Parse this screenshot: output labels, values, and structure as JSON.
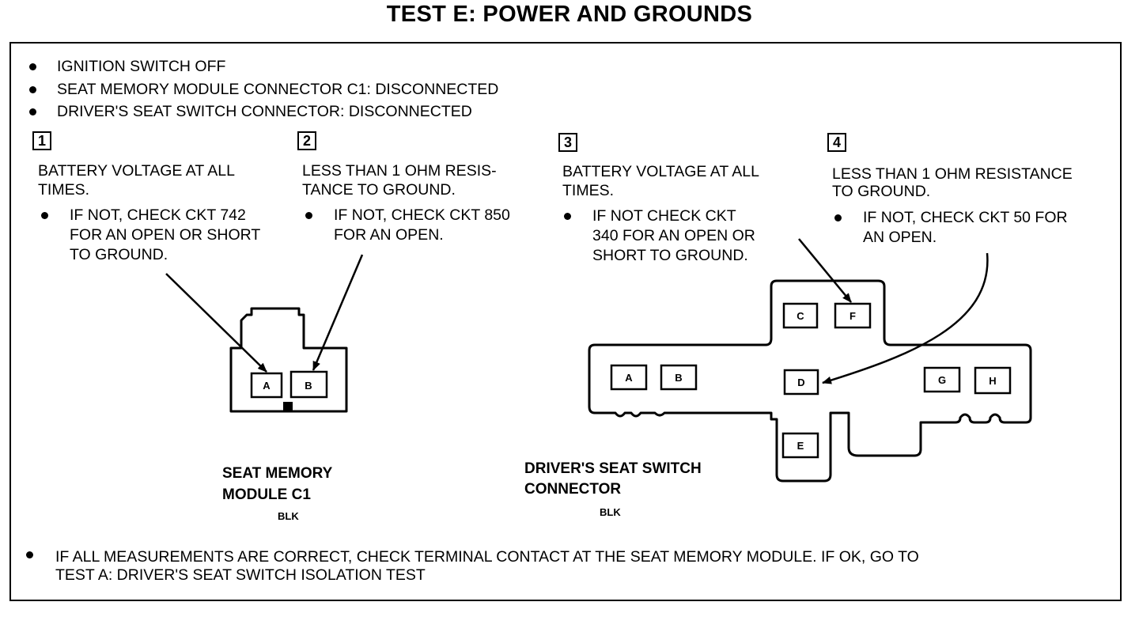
{
  "title": "TEST E:  POWER AND GROUNDS",
  "conditions": [
    "IGNITION SWITCH OFF",
    "SEAT MEMORY MODULE CONNECTOR C1: DISCONNECTED",
    "DRIVER'S SEAT SWITCH CONNECTOR: DISCONNECTED"
  ],
  "steps": [
    {
      "number": "1",
      "lines": [
        "BATTERY VOLTAGE AT ALL",
        "TIMES."
      ],
      "action": [
        "IF NOT, CHECK CKT 742",
        "FOR AN OPEN OR SHORT",
        "TO GROUND."
      ]
    },
    {
      "number": "2",
      "lines": [
        "LESS THAN 1 OHM RESIS-",
        "TANCE TO GROUND."
      ],
      "action": [
        "IF NOT, CHECK CKT 850",
        "FOR AN OPEN."
      ]
    },
    {
      "number": "3",
      "lines": [
        "BATTERY VOLTAGE AT ALL",
        "TIMES."
      ],
      "action": [
        "IF NOT CHECK CKT",
        "340 FOR AN OPEN OR",
        "SHORT TO GROUND."
      ]
    },
    {
      "number": "4",
      "lines": [
        "LESS THAN 1 OHM RESISTANCE",
        "TO GROUND."
      ],
      "action": [
        "IF NOT, CHECK CKT 50 FOR",
        "AN OPEN."
      ]
    }
  ],
  "connectors": {
    "seat_memory": {
      "name_lines": [
        "SEAT MEMORY",
        "MODULE C1"
      ],
      "color": "BLK",
      "pins": [
        "A",
        "B"
      ]
    },
    "drivers_switch": {
      "name_lines": [
        "DRIVER'S SEAT SWITCH",
        "CONNECTOR"
      ],
      "color": "BLK",
      "pins": [
        "A",
        "B",
        "C",
        "F",
        "D",
        "G",
        "H",
        "E"
      ]
    }
  },
  "footer": [
    "IF ALL MEASUREMENTS ARE CORRECT, CHECK TERMINAL CONTACT AT THE SEAT MEMORY MODULE. IF OK, GO TO",
    "TEST A: DRIVER'S SEAT SWITCH ISOLATION TEST"
  ]
}
